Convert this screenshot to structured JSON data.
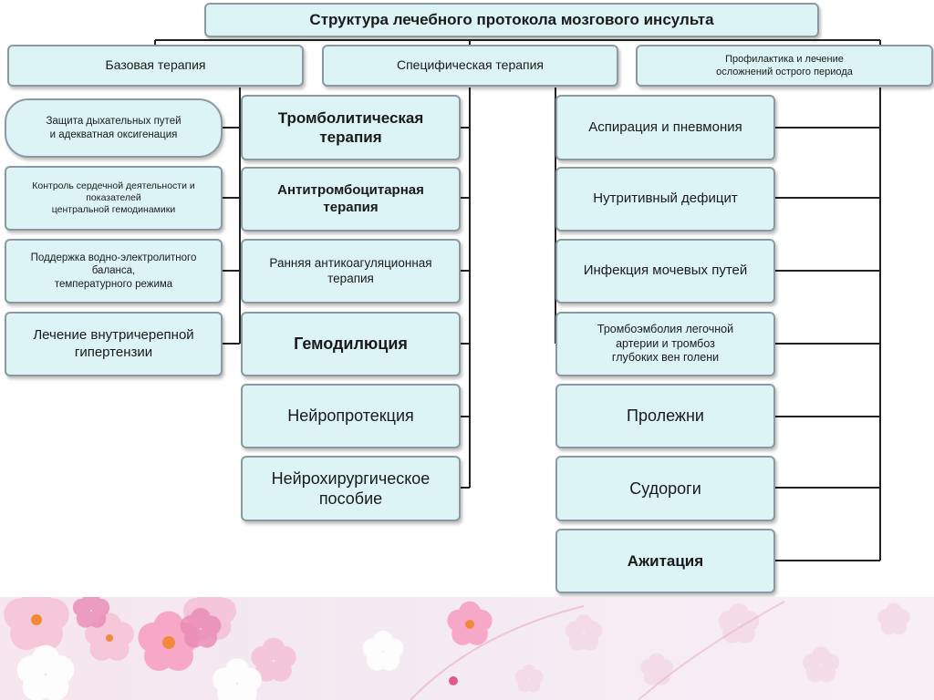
{
  "title": "Структура лечебного протокола мозгового инсульта",
  "columns": {
    "basic": {
      "header": "Базовая терапия",
      "items": [
        "Защита дыхательных путей\nи адекватная оксигенация",
        "Контроль сердечной деятельности и\nпоказателей\nцентральной гемодинамики",
        "Поддержка водно-электролитного\nбаланса,\nтемпературного режима",
        "Лечение внутричерепной\nгипертензии"
      ]
    },
    "specific": {
      "header": "Специфическая терапия",
      "items": [
        "Тромболитическая\nтерапия",
        "Антитромбоцитарная\nтерапия",
        "Ранняя антикоагуляционная\nтерапия",
        "Гемодилюция",
        "Нейропротекция",
        "Нейрохирургическое\nпособие"
      ]
    },
    "prevention": {
      "header": "Профилактика и лечение\nосложнений острого периода",
      "items": [
        "Аспирация и пневмония",
        "Нутритивный дефицит",
        "Инфекция мочевых путей",
        "Тромбоэмболия легочной\nартерии и тромбоз\nглубоких вен голени",
        "Пролежни",
        "Судороги",
        "Ажитация"
      ]
    }
  },
  "colors": {
    "box_fill": "#ddf4f6",
    "box_border": "#8a9aa0",
    "connector": "#222222",
    "floral_petal": "#f7a8c6",
    "floral_center": "#f08a3a"
  }
}
